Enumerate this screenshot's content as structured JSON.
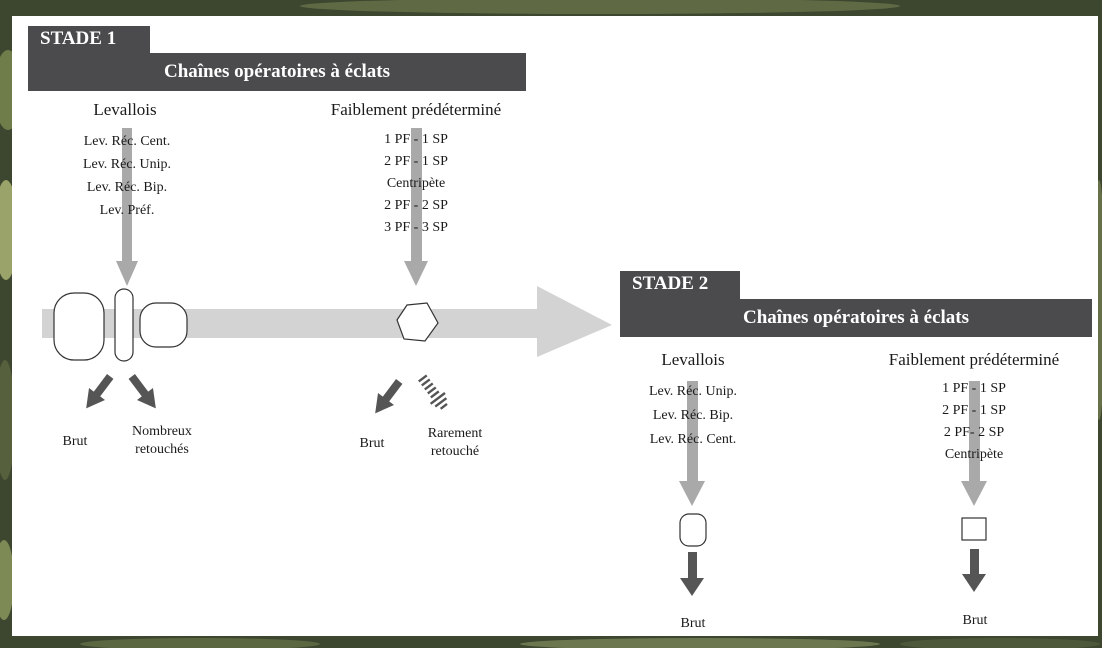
{
  "stage1": {
    "tab": "STADE 1",
    "title": "Chaînes opératoires à éclats",
    "levallois": {
      "title": "Levallois",
      "methods": [
        "Lev. Réc. Cent.",
        "Lev. Réc. Unip.",
        "Lev. Réc. Bip.",
        "Lev. Préf."
      ],
      "outcomes": [
        "Brut",
        "Nombreux retouchés"
      ]
    },
    "faible": {
      "title": "Faiblement prédéterminé",
      "methods": [
        "1 PF - 1 SP",
        "2 PF - 1 SP",
        "Centripète",
        "2 PF - 2 SP",
        "3 PF - 3 SP"
      ],
      "outcomes": [
        "Brut",
        "Rarement retouché"
      ]
    }
  },
  "stage2": {
    "tab": "STADE 2",
    "title": "Chaînes opératoires à éclats",
    "levallois": {
      "title": "Levallois",
      "methods": [
        "Lev. Réc. Unip.",
        "Lev. Réc. Bip.",
        "Lev. Réc. Cent."
      ],
      "outcome": "Brut"
    },
    "faible": {
      "title": "Faiblement prédéterminé",
      "methods": [
        "1 PF - 1 SP",
        "2 PF - 1 SP",
        "2 PF- 2 SP",
        "Centripète"
      ],
      "outcome": "Brut"
    }
  },
  "colors": {
    "header": "#4b4b4d",
    "arrow_light": "#d3d3d3",
    "arrow_mid": "#a9a9a9",
    "arrow_dark": "#555555",
    "background": "#3f4a33"
  }
}
